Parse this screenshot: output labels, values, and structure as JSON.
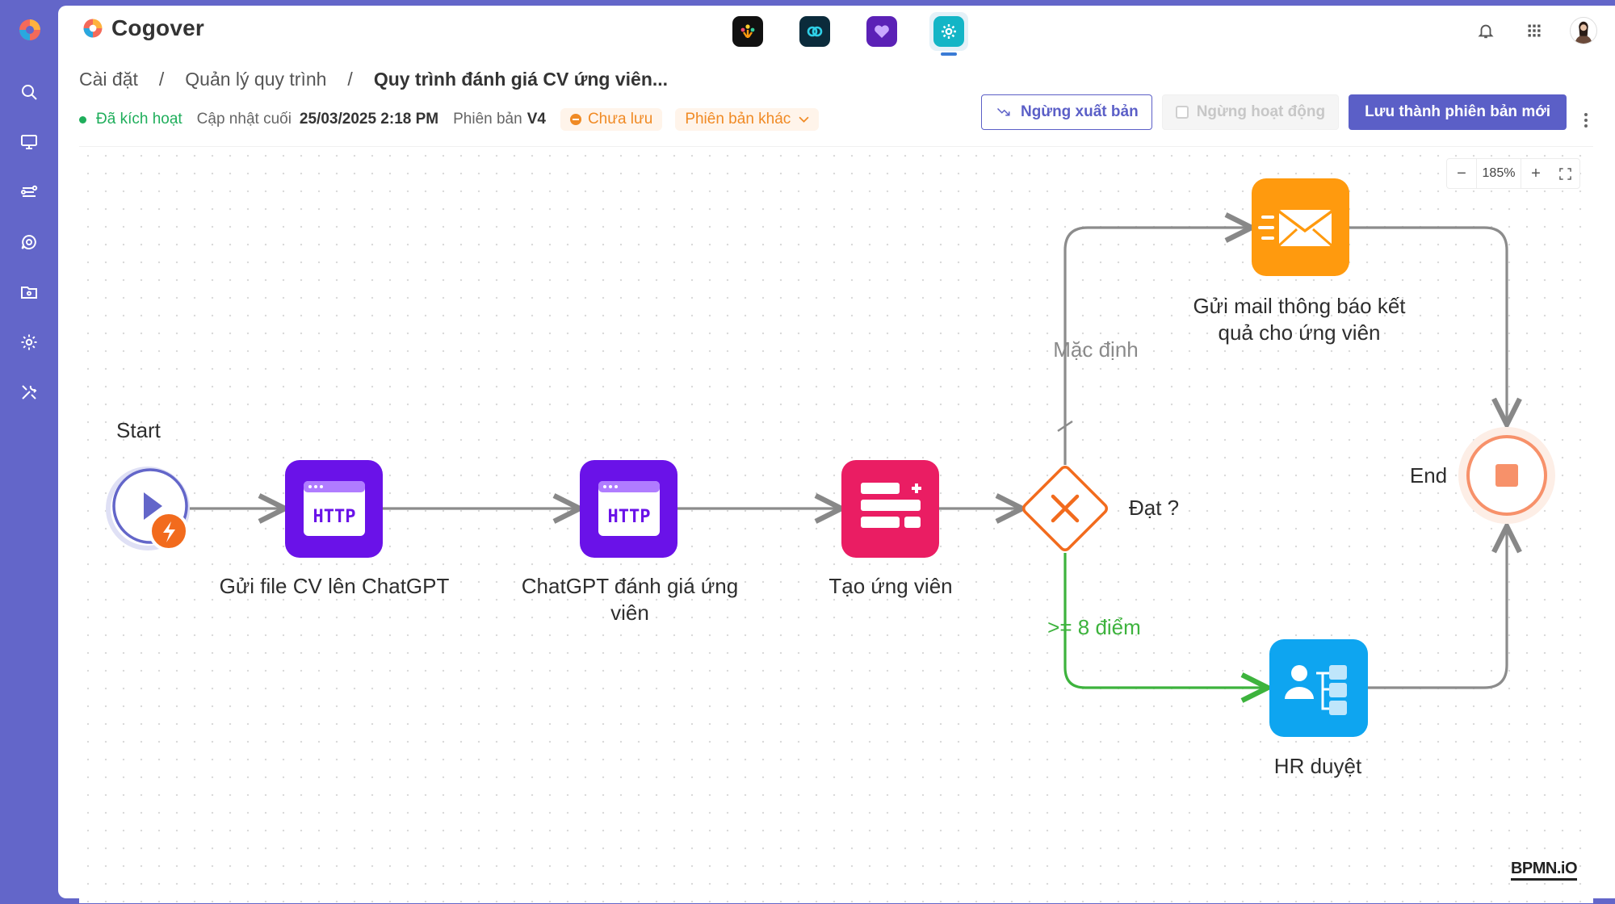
{
  "app": {
    "name": "Cogover"
  },
  "breadcrumb": {
    "items": [
      "Cài đặt",
      "Quản lý quy trình"
    ],
    "separator": "/",
    "current": "Quy trình đánh giá CV ứng viên..."
  },
  "status": {
    "active_label": "Đã kích hoạt",
    "updated_label": "Cập nhật cuối",
    "updated_value": "25/03/2025 2:18 PM",
    "version_label": "Phiên bản",
    "version_value": "V4",
    "unsaved_label": "Chưa lưu",
    "other_versions_label": "Phiên bản khác"
  },
  "actions": {
    "unpublish_label": "Ngừng xuất bản",
    "deactivate_label": "Ngừng hoạt động",
    "save_new_version_label": "Lưu thành phiên bản mới"
  },
  "zoom": {
    "value": "185%"
  },
  "flow": {
    "start_label": "Start",
    "end_label": "End",
    "nodes": {
      "send_cv": [
        "Gửi file CV lên ChatGPT"
      ],
      "chatgpt_eval": [
        "ChatGPT đánh giá ứng",
        "viên"
      ],
      "create_candidate": [
        "Tạo ứng viên"
      ],
      "gateway": "Đạt ?",
      "send_mail": [
        "Gửi mail thông báo kết",
        "quả cho ứng viên"
      ],
      "hr_approve": [
        "HR duyệt"
      ]
    },
    "edges": {
      "default_label": "Mặc định",
      "pass_label": ">= 8 điểm"
    },
    "http_text": "HTTP"
  },
  "watermark": "BPMN.iO",
  "colors": {
    "sidebar": "#6366c9",
    "primary": "#5b5fc7",
    "http": "#6a12e8",
    "task_pink": "#ea1d63",
    "mail_orange": "#ff9a0e",
    "hr_blue": "#0ea5f0",
    "gateway_orange": "#f26b1d",
    "pass_green": "#3db33d",
    "status_green": "#1fae5b"
  }
}
